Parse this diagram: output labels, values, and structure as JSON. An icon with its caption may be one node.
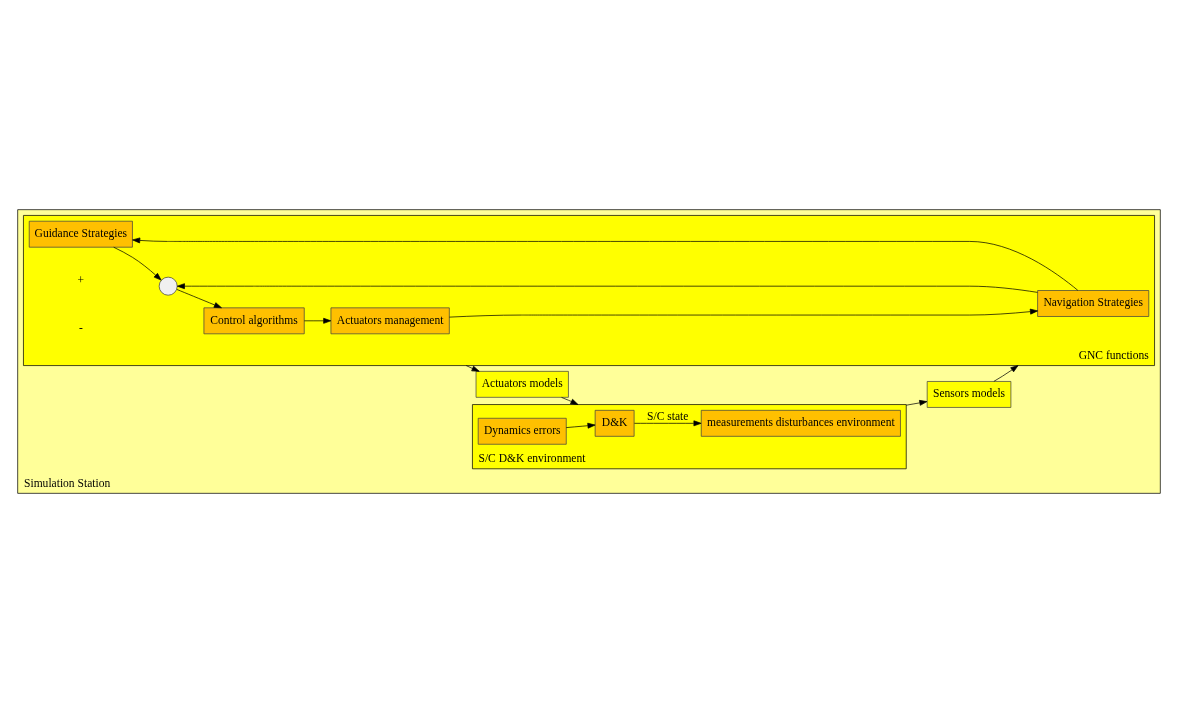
{
  "diagram": {
    "nodes": [
      {
        "text": [
          "Simulation Station"
        ]
      },
      {
        "text": [
          "GNC functions"
        ],
        "in": 0
      },
      {
        "text": [
          "Guidance Strategies"
        ],
        "in": 1
      },
      {
        "text": [
          "Navigation Strategies"
        ],
        "in": 1
      },
      {
        "text": [],
        "shape": "circle",
        "in": 1
      },
      {
        "text": [
          "Control algorithms"
        ],
        "in": 1
      },
      {
        "text": [
          "Actuators management"
        ],
        "in": 1
      },
      {
        "text": [
          "S/C D&K environment"
        ],
        "in": 0
      },
      {
        "text": [
          "measurements disturbances environment"
        ],
        "in": 7
      },
      {
        "text": [
          "D&K"
        ],
        "in": 7
      },
      {
        "text": [
          "Dynamics errors"
        ],
        "in": 7
      },
      {
        "text": [
          "Sensors models"
        ],
        "in": 0
      },
      {
        "text": [
          "Actuators models"
        ],
        "in": 0
      }
    ],
    "edges": [
      {
        "from": 3,
        "to": 2,
        "arrow": "to"
      },
      {
        "from": 2,
        "to": 4,
        "arrow": "to"
      },
      {
        "from": 3,
        "to": 4,
        "arrow": "to"
      },
      {
        "from": 4,
        "to": 5,
        "arrow": "to"
      },
      {
        "from": 5,
        "to": 6,
        "arrow": "to"
      },
      {
        "from": 6,
        "to": 3,
        "arrow": "to"
      },
      {
        "from": 1,
        "to": 12,
        "arrow": "to"
      },
      {
        "from": 12,
        "to": 7,
        "arrow": "to"
      },
      {
        "from": 7,
        "to": 11,
        "arrow": "to"
      },
      {
        "from": 11,
        "to": 1,
        "arrow": "to"
      },
      {
        "from": 9,
        "to": 8,
        "arrow": "to",
        "label": "S/C state"
      },
      {
        "from": 10,
        "to": 9,
        "arrow": "to"
      }
    ],
    "labels": [
      "+",
      "-"
    ]
  }
}
